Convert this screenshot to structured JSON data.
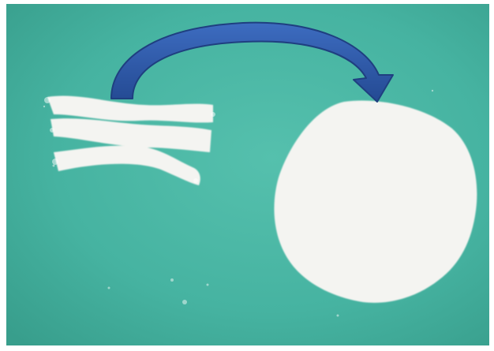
{
  "image": {
    "background_color": "#46b3a1",
    "material_color": "#f4f4f1",
    "arrow_color": "#2f58a6",
    "arrow_edge_color": "#1f3f80",
    "frame_color": "#ffffff"
  },
  "objects": {
    "strips": {
      "count": 3
    },
    "disc": {
      "count": 1
    },
    "arrow": {
      "direction": "left-to-right"
    }
  }
}
